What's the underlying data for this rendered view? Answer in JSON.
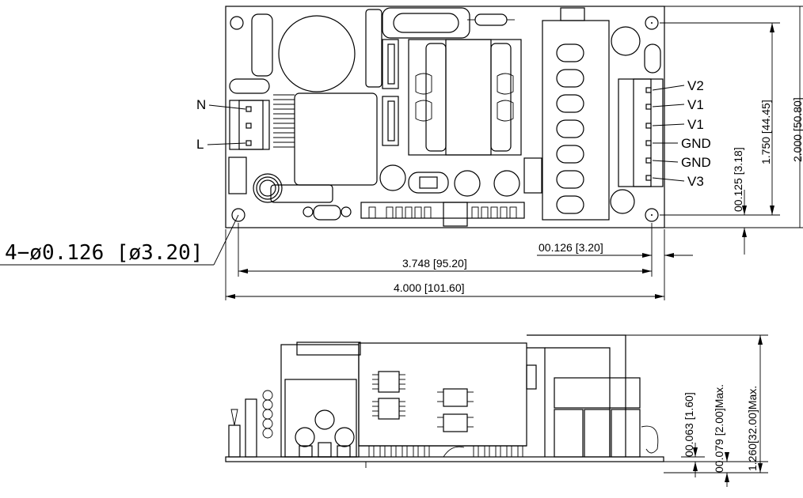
{
  "input_labels": {
    "neutral": "N",
    "line": "L"
  },
  "output_labels": [
    "V2",
    "V1",
    "V1",
    "GND",
    "GND",
    "V3"
  ],
  "hole_callout": "4−ø0.126  [ø3.20]",
  "top_view_dims": {
    "offset_x": "00.126 [3.20]",
    "hole_span_x": "3.748 [95.20]",
    "overall_width": "4.000 [101.60]",
    "offset_y": "00.125 [3.18]",
    "hole_span_y": "1.750 [44.45]",
    "overall_height": "2.000 [50.80]"
  },
  "side_view_dims": {
    "board_thickness": "00.063 [1.60]",
    "pin_height": "00.079 [2.00]Max.",
    "overall_height": "1.260[32.00]Max."
  }
}
